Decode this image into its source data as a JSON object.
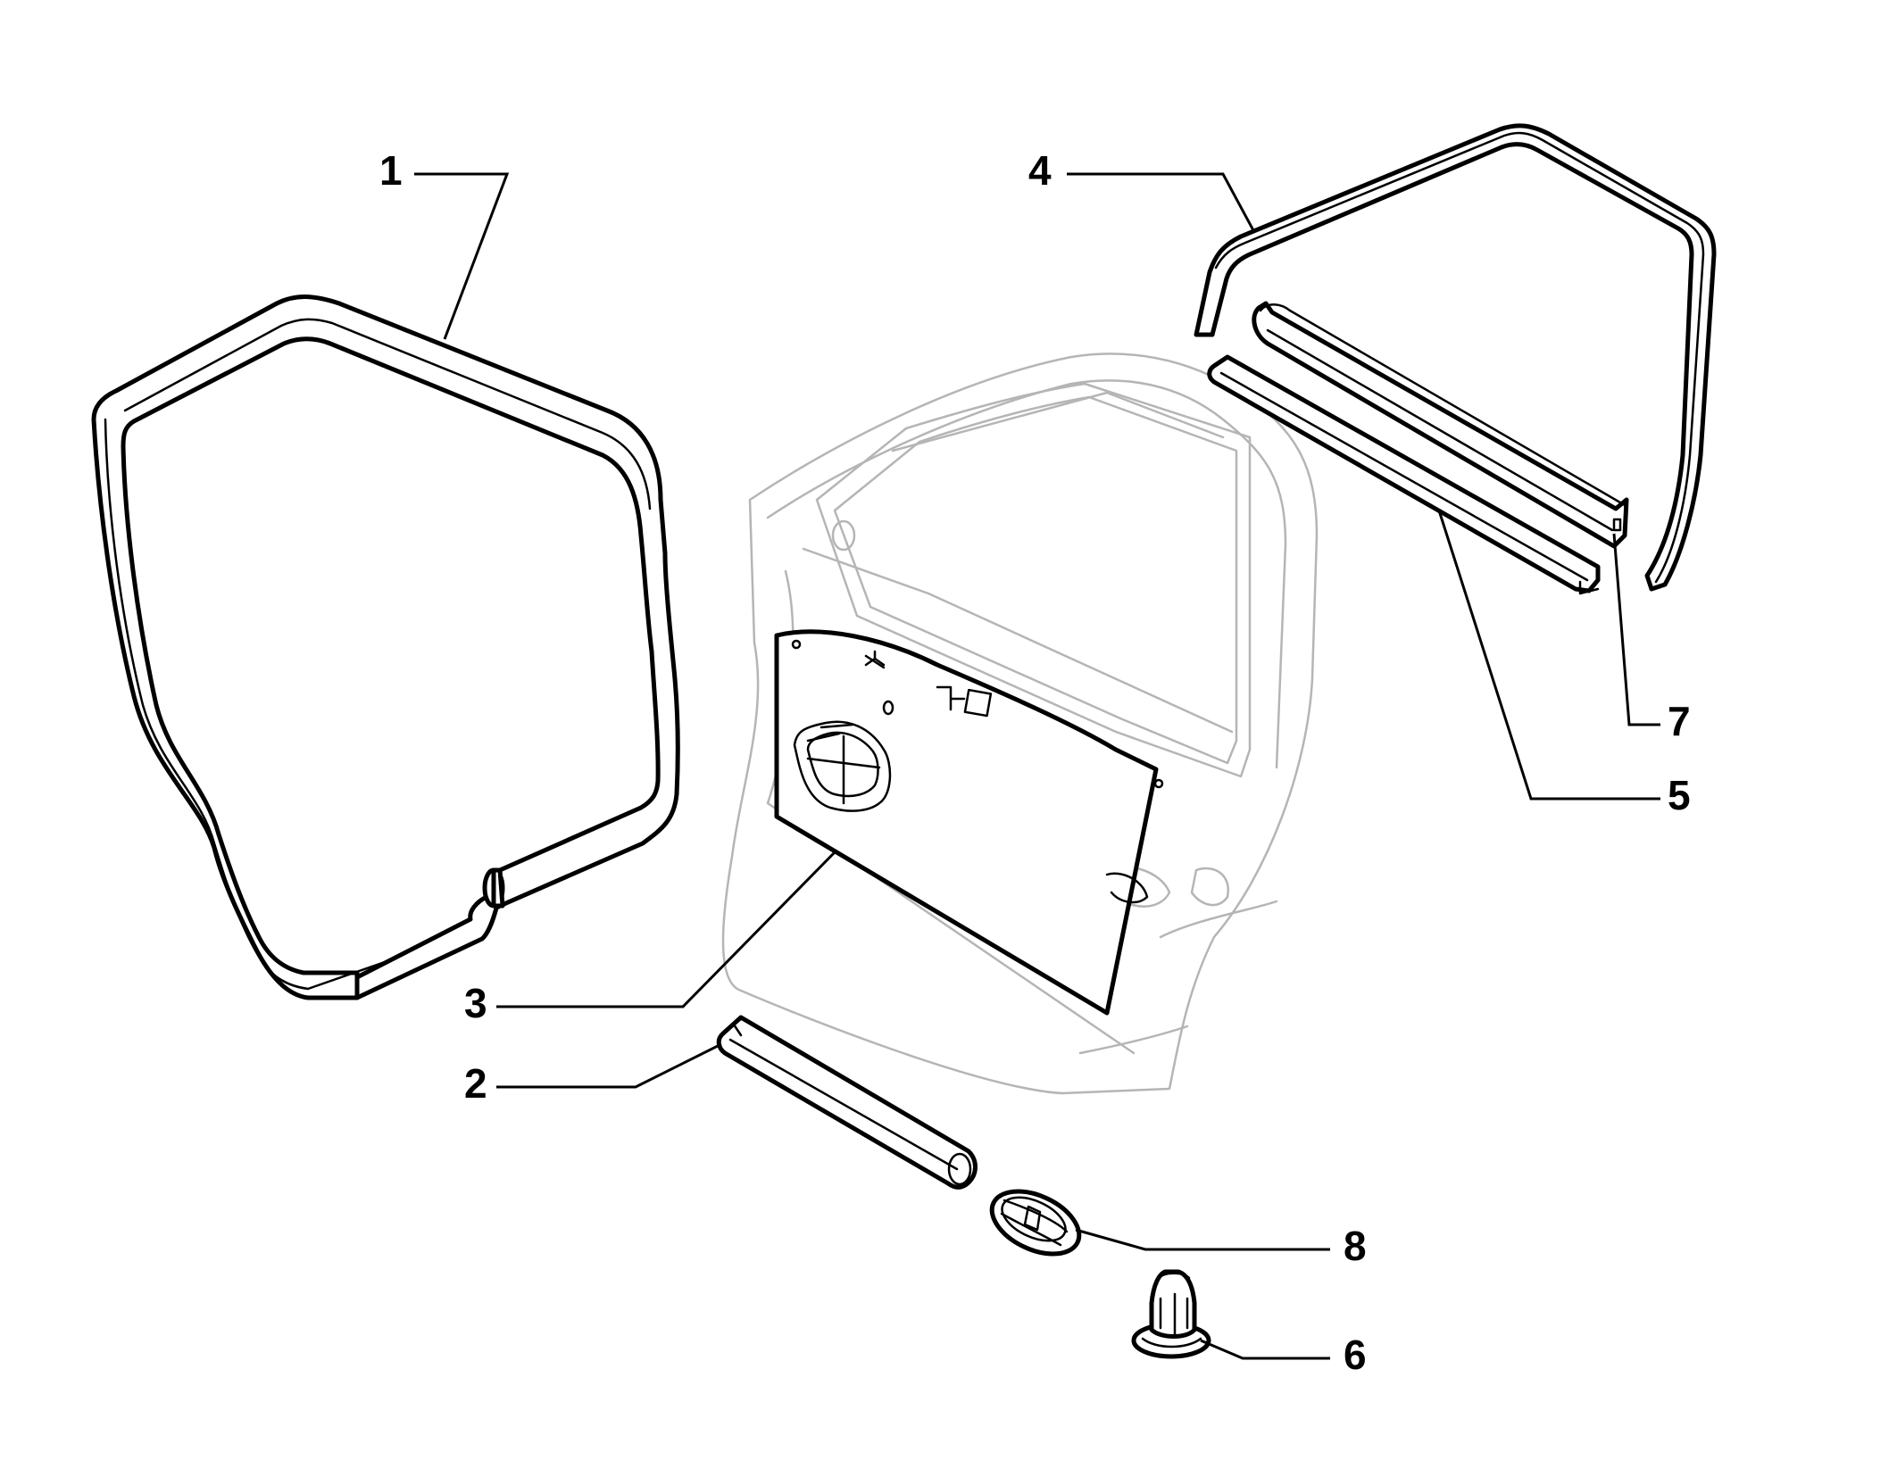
{
  "diagram": {
    "callouts": [
      {
        "id": "1",
        "label": "1"
      },
      {
        "id": "2",
        "label": "2"
      },
      {
        "id": "3",
        "label": "3"
      },
      {
        "id": "4",
        "label": "4"
      },
      {
        "id": "5",
        "label": "5"
      },
      {
        "id": "6",
        "label": "6"
      },
      {
        "id": "7",
        "label": "7"
      },
      {
        "id": "8",
        "label": "8"
      }
    ],
    "colors": {
      "line": "#000000",
      "ghost_door": "#b5b5b5",
      "background": "#ffffff"
    }
  }
}
